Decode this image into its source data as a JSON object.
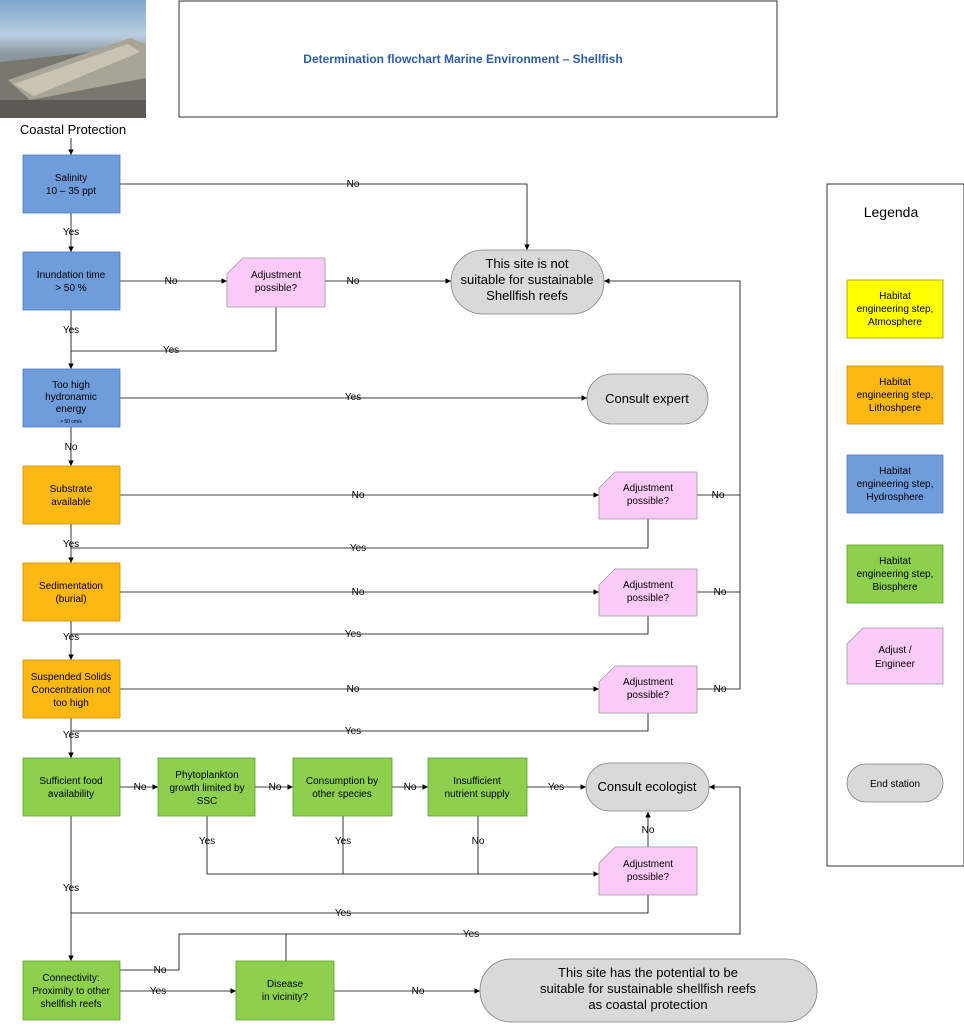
{
  "title": "Determination flowchart Marine Environment – Shellfish",
  "photo_caption": "Coastal Protection",
  "colors": {
    "hydrosphere": "#6F9CDB",
    "lithosphere": "#FDB813",
    "biosphere": "#8DD04E",
    "atmosphere": "#FFFF00",
    "adjust": "#FDCBF9",
    "end_station": "#D9D9D9",
    "title": "#2E5CA8"
  },
  "steps": {
    "salinity": [
      "Salinity",
      "10 – 35 ppt"
    ],
    "inundation": [
      "Inundation time",
      "> 50 %"
    ],
    "hydro_energy": [
      "Too high",
      "hydronamic",
      "energy"
    ],
    "hydro_energy_note": "> 50 cm/s",
    "substrate": [
      "Substrate",
      "available"
    ],
    "sedimentation": [
      "Sedimentation",
      "(burial)"
    ],
    "ssc": [
      "Suspended Solids",
      "Concentration not",
      "too high"
    ],
    "food": [
      "Sufficient food",
      "availability"
    ],
    "phyto": [
      "Phytoplankton",
      "growth limited by",
      "SSC"
    ],
    "consumption": [
      "Consumption by",
      "other species"
    ],
    "nutrient": [
      "Insufficient",
      "nutrient supply"
    ],
    "connectivity": [
      "Connectivity:",
      "Proximity to other",
      "shellfish reefs"
    ],
    "disease": [
      "Disease",
      "in vicinity?"
    ]
  },
  "adjust_label": [
    "Adjustment",
    "possible?"
  ],
  "end_stations": {
    "not_suitable": [
      "This site is not",
      "suitable for sustainable",
      "Shellfish reefs"
    ],
    "expert": "Consult expert",
    "ecologist": "Consult ecologist",
    "potential": [
      "This site has the potential to be",
      "suitable for sustainable shellfish reefs",
      "as coastal protection"
    ]
  },
  "answers": {
    "yes": "Yes",
    "no": "No"
  },
  "legend": {
    "title": "Legenda",
    "atmosphere": [
      "Habitat",
      "engineering step,",
      "Atmosphere"
    ],
    "lithosphere": [
      "Habitat",
      "engineering step,",
      "Lithoshpere"
    ],
    "hydrosphere": [
      "Habitat",
      "engineering step,",
      "Hydrosphere"
    ],
    "biosphere": [
      "Habitat",
      "engineering step,",
      "Biosphere"
    ],
    "adjust": [
      "Adjust /",
      "Engineer"
    ],
    "end": "End station"
  }
}
